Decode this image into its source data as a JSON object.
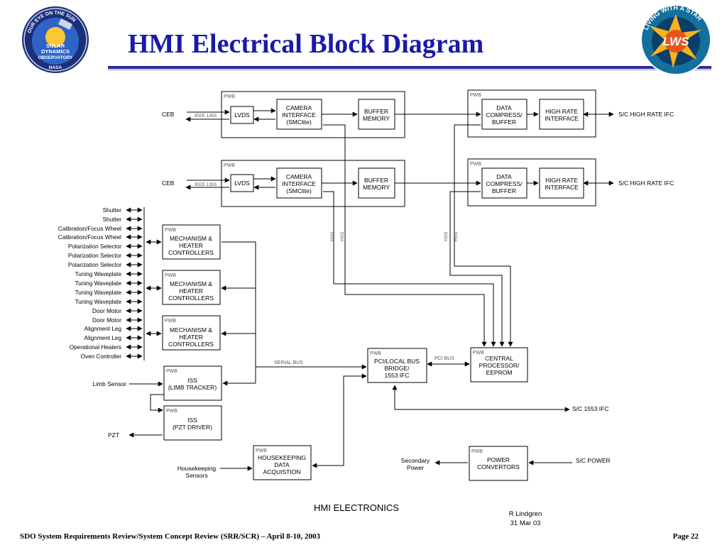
{
  "slide": {
    "title": "HMI Electrical Block Diagram"
  },
  "logos": {
    "left": {
      "ring_text": "OUR EYE ON THE SUN",
      "lines": [
        "SOLAR",
        "DYNAMICS",
        "OBSERVATORY"
      ],
      "bottom": "NASA"
    },
    "right": {
      "ring_text": "LIVING WITH A STAR",
      "center": "LWS"
    }
  },
  "diagram": {
    "pwb": "PWB",
    "ceb": "CEB",
    "ieee": "IEEE 1355",
    "lvds": "LVDS",
    "camera_interface": [
      "CAMERA",
      "INTERFACE",
      "(SMClite)"
    ],
    "buffer_memory": [
      "BUFFER",
      "MEMORY"
    ],
    "data_compress": [
      "DATA",
      "COMPRESS/",
      "BUFFER"
    ],
    "high_rate_interface": [
      "HIGH RATE",
      "INTERFACE"
    ],
    "sc_high_rate": "S/C HIGH RATE IFC",
    "hss": "HSS",
    "mechanisms": [
      "Shutter",
      "Shutter",
      "Calibration/Focus Wheel",
      "Calibration/Focus Wheel",
      "Polarization Selector",
      "Polarization Selector",
      "Polarization Selector",
      "Tuning Waveplate",
      "Tuning Waveplate",
      "Tuning Waveplate",
      "Tuning Waveplate",
      "Door Motor",
      "Door Motor",
      "Alignment Leg",
      "Alignment Leg",
      "Operational Heaters",
      "Oven Controller"
    ],
    "mech_controller": [
      "MECHANISM &",
      "HEATER",
      "CONTROLLERS"
    ],
    "limb_sensor": "Limb Sensor",
    "iss_limb": [
      "ISS",
      "(LIMB TRACKER)"
    ],
    "iss_pzt": [
      "ISS",
      "(PZT DRIVER)"
    ],
    "pzt": "PZT",
    "serial_bus": "SERIAL BUS",
    "pci_bridge": [
      "PCI/LOCAL BUS",
      "BRIDGE/",
      "1553 IFC"
    ],
    "pci_bus": "PCI BUS",
    "central_processor": [
      "CENTRAL",
      "PROCESSOR/",
      "EEPROM"
    ],
    "sc_1553": "S/C 1553 IFC",
    "housekeeping_data": [
      "HOUSEKEEPING",
      "DATA",
      "ACQUISTION"
    ],
    "housekeeping_sensors": [
      "Housekeeping",
      "Sensors"
    ],
    "secondary_power": [
      "Secondary",
      "Power"
    ],
    "power_convertors": [
      "POWER",
      "CONVERTORS"
    ],
    "sc_power": "S/C POWER",
    "caption": "HMI ELECTRONICS",
    "author": [
      "R Lindgren",
      "31 Mar 03"
    ]
  },
  "footer": {
    "left": "SDO System Requirements Review/System Concept Review (SRR/SCR) – April 8-10, 2003",
    "right": "Page 22"
  }
}
